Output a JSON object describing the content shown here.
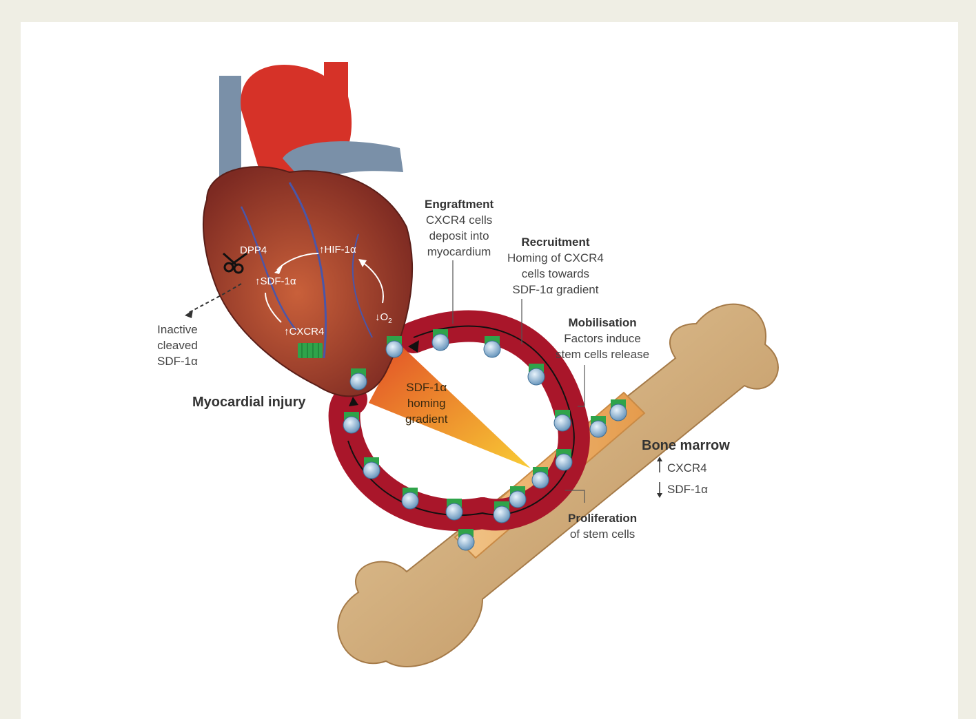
{
  "labels": {
    "engraftment": {
      "title": "Engraftment",
      "lines": [
        "CXCR4 cells",
        "deposit into",
        "myocardium"
      ]
    },
    "recruitment": {
      "title": "Recruitment",
      "lines": [
        "Homing of CXCR4",
        "cells towards",
        "SDF-1α gradient"
      ]
    },
    "mobilisation": {
      "title": "Mobilisation",
      "lines": [
        "Factors induce",
        "stem cells release"
      ]
    },
    "proliferation": {
      "title": "Proliferation",
      "lines": [
        "of stem cells"
      ]
    },
    "bone_marrow": {
      "title": "Bone marrow",
      "up": "CXCR4",
      "down": "SDF-1α"
    },
    "myocardial_injury": "Myocardial injury",
    "inactive": [
      "Inactive",
      "cleaved",
      "SDF-1α"
    ],
    "gradient": [
      "SDF-1α",
      "homing",
      "gradient"
    ]
  },
  "heart_labels": {
    "dpp4": "DPP4",
    "hif": "HIF-1α",
    "sdf": "SDF-1α",
    "cxcr4": "CXCR4",
    "o2": "O"
  },
  "colors": {
    "vessel": "#b3182b",
    "bone": "#d9b98a",
    "heart": "#a5362a",
    "aorta": "#d63228",
    "vein": "#7a90a8",
    "receptor": "#2fa34a",
    "cell": "#8fb9d8"
  }
}
